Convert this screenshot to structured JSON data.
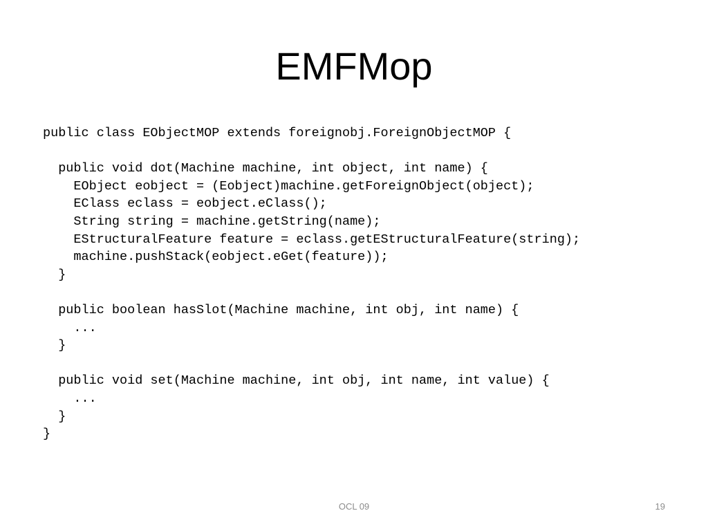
{
  "slide": {
    "title": "EMFMop",
    "code_lines": [
      "public class EObjectMOP extends foreignobj.ForeignObjectMOP {",
      "",
      "  public void dot(Machine machine, int object, int name) {",
      "    EObject eobject = (Eobject)machine.getForeignObject(object);",
      "    EClass eclass = eobject.eClass();",
      "    String string = machine.getString(name);",
      "    EStructuralFeature feature = eclass.getEStructuralFeature(string);",
      "    machine.pushStack(eobject.eGet(feature));",
      "  }",
      "",
      "  public boolean hasSlot(Machine machine, int obj, int name) {",
      "    ...",
      "  }",
      "",
      "  public void set(Machine machine, int obj, int name, int value) {",
      "    ...",
      "  }",
      "}"
    ],
    "footer": {
      "center_text": "OCL 09",
      "page_number": "19"
    }
  },
  "colors": {
    "background": "#ffffff",
    "text": "#000000",
    "footer_text": "#8c8c8c"
  }
}
